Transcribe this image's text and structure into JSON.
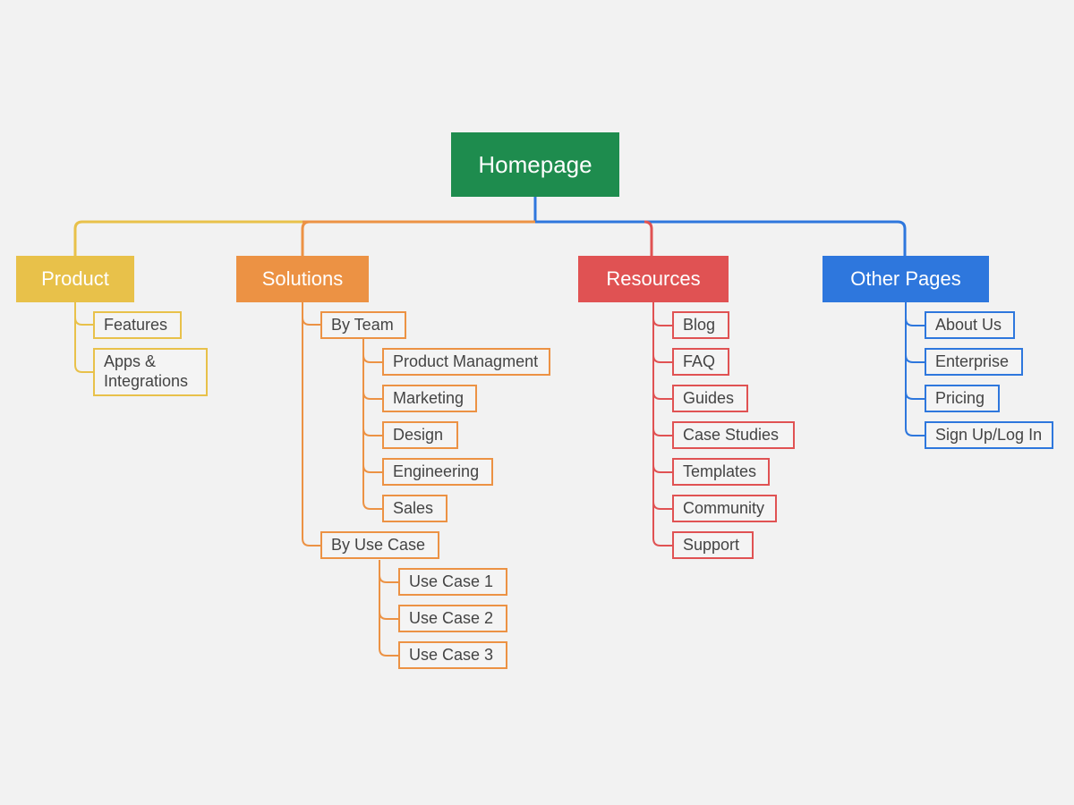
{
  "colors": {
    "root": "#1e8c4e",
    "product": "#e8c14a",
    "solutions": "#ec9244",
    "resources": "#e05253",
    "other": "#2e77dd"
  },
  "root": {
    "label": "Homepage"
  },
  "product": {
    "label": "Product",
    "children": [
      {
        "label": "Features"
      },
      {
        "label": "Apps & Integrations"
      }
    ]
  },
  "solutions": {
    "label": "Solutions",
    "by_team": {
      "label": "By Team",
      "children": [
        {
          "label": "Product Managment"
        },
        {
          "label": "Marketing"
        },
        {
          "label": "Design"
        },
        {
          "label": "Engineering"
        },
        {
          "label": "Sales"
        }
      ]
    },
    "by_use_case": {
      "label": "By Use Case",
      "children": [
        {
          "label": "Use Case 1"
        },
        {
          "label": "Use Case 2"
        },
        {
          "label": "Use Case 3"
        }
      ]
    }
  },
  "resources": {
    "label": "Resources",
    "children": [
      {
        "label": "Blog"
      },
      {
        "label": "FAQ"
      },
      {
        "label": "Guides"
      },
      {
        "label": "Case Studies"
      },
      {
        "label": "Templates"
      },
      {
        "label": "Community"
      },
      {
        "label": "Support"
      }
    ]
  },
  "other": {
    "label": "Other Pages",
    "children": [
      {
        "label": "About Us"
      },
      {
        "label": "Enterprise"
      },
      {
        "label": "Pricing"
      },
      {
        "label": "Sign Up/Log In"
      }
    ]
  }
}
